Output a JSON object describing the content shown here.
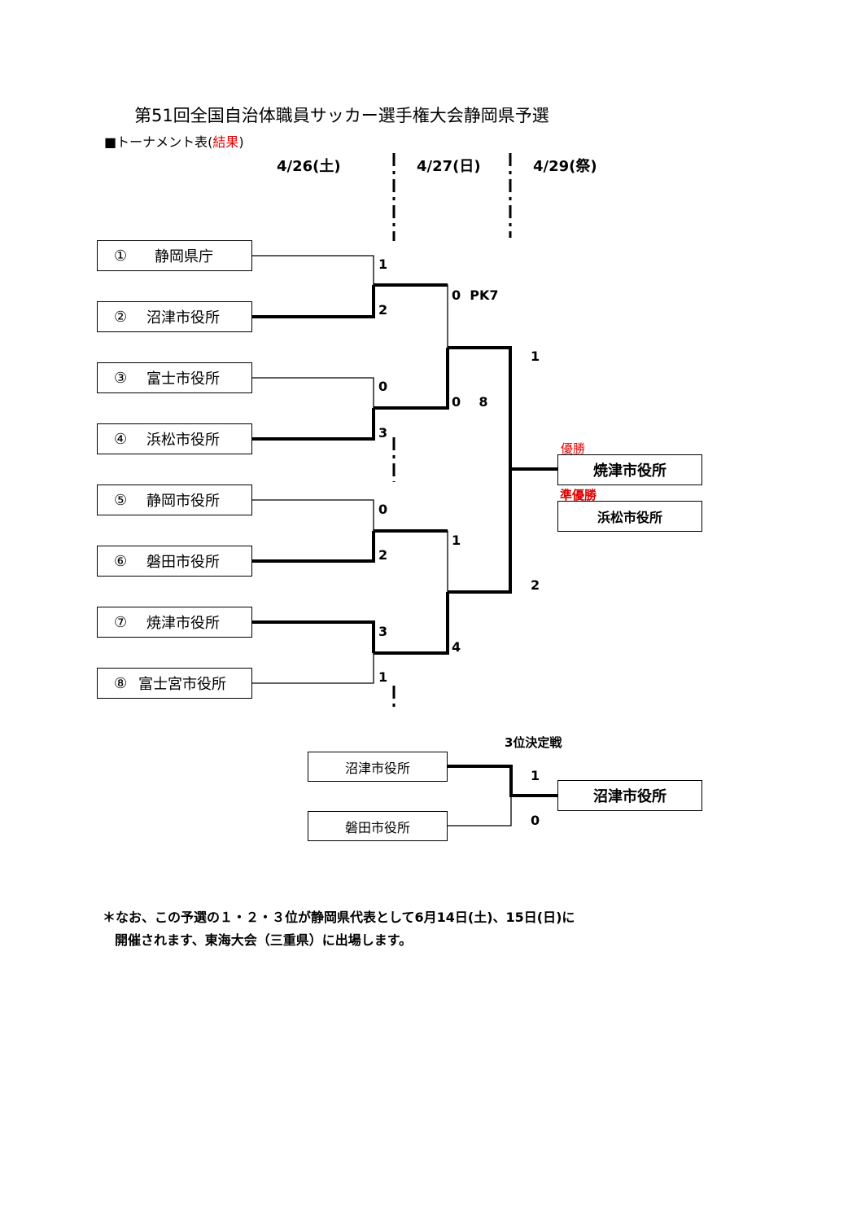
{
  "title": "第51回全国自治体職員サッカー選手権大会静岡県予選",
  "subtitle": {
    "prefix": "■トーナメント表(",
    "highlight": "結果",
    "suffix": ")",
    "highlight_color": "#e00000"
  },
  "dates": [
    "4/26(土)",
    "4/27(日)",
    "4/29(祭)"
  ],
  "teams": [
    {
      "num": "①",
      "name": "静岡県庁"
    },
    {
      "num": "②",
      "name": "沼津市役所"
    },
    {
      "num": "③",
      "name": "富士市役所"
    },
    {
      "num": "④",
      "name": "浜松市役所"
    },
    {
      "num": "⑤",
      "name": "静岡市役所"
    },
    {
      "num": "⑥",
      "name": "磐田市役所"
    },
    {
      "num": "⑦",
      "name": "焼津市役所"
    },
    {
      "num": "⑧",
      "name": "富士宮市役所"
    }
  ],
  "scores": {
    "r1": [
      "1",
      "2",
      "0",
      "3",
      "0",
      "2",
      "3",
      "1"
    ],
    "sf_top": "0  PK7",
    "sf_mid": "0    8",
    "sf_b1": "1",
    "sf_b2": "4",
    "final_top": "1",
    "final_bottom": "2"
  },
  "results": {
    "champion_label": "優勝",
    "champion": "焼津市役所",
    "runner_up_label": "準優勝",
    "runner_up": "浜松市役所"
  },
  "third_place": {
    "label": "3位決定戦",
    "teams": [
      "沼津市役所",
      "磐田市役所"
    ],
    "scores": [
      "1",
      "0"
    ],
    "winner": "沼津市役所"
  },
  "notes": [
    "＊なお、この予選の１・２・３位が静岡県代表として6月14日(土)、15日(日)に",
    "開催されます、東海大会（三重県）に出場します。"
  ]
}
